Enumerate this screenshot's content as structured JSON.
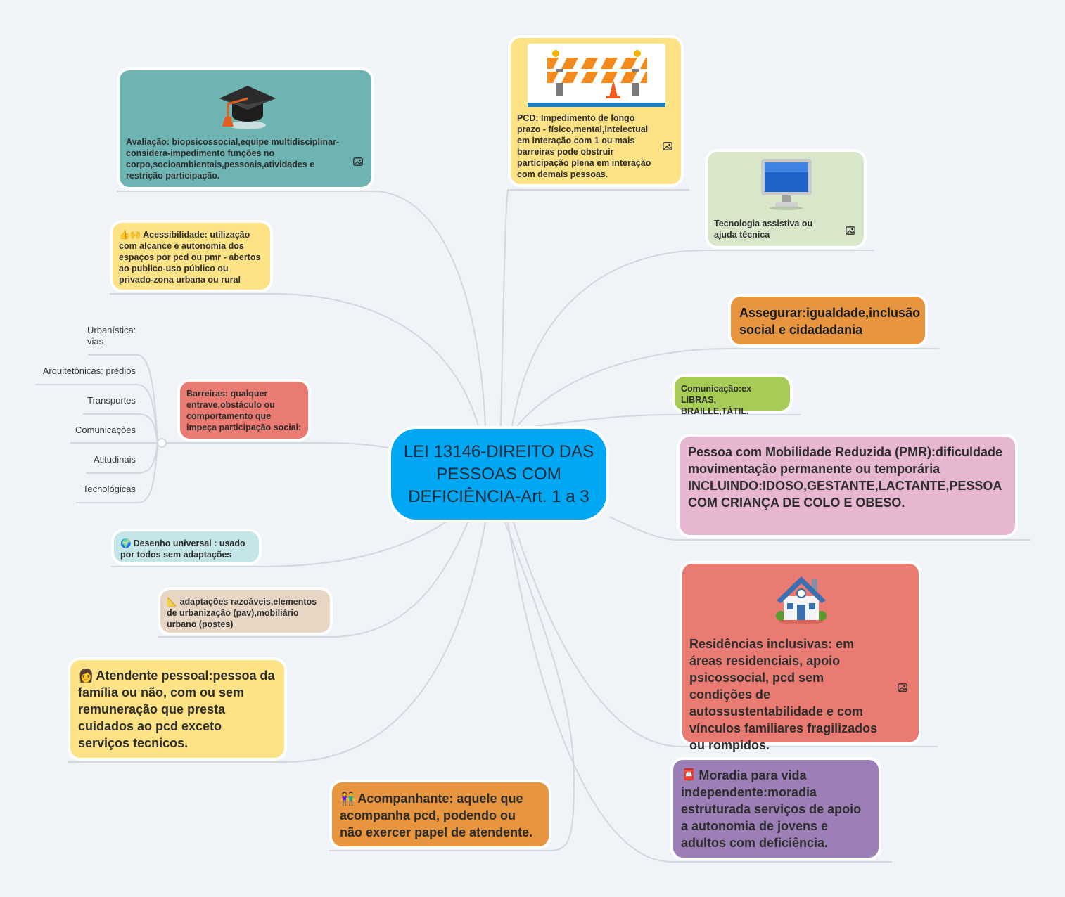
{
  "colors": {
    "background": "#f0f3f8",
    "center": "#00a8f4",
    "teal": "#6eb4b3",
    "yellow": "#fee386",
    "light_green": "#d8e6c9",
    "orange": "#e8953f",
    "green": "#a6cc55",
    "pink": "#e7b6d1",
    "red": "#e97b72",
    "purple": "#9b7fb6",
    "light_cyan": "#c5e6e8",
    "beige": "#e7d6c4",
    "connector": "#d3d8de"
  },
  "center": {
    "title": "LEI 13146-DIREITO DAS PESSOAS COM DEFICIÊNCIA-Art. 1 a 3"
  },
  "nodes": {
    "avaliacao": {
      "icon": "graduation-cap-icon",
      "text": "Avaliação: biopsicossocial,equipe multidisciplinar-considera-impedimento funções no corpo,socioambientais,pessoais,atividades e restrição participação."
    },
    "pcd": {
      "icon": "road-barrier-icon",
      "text": "PCD: Impedimento de longo prazo - físico,mental,intelectual em interação com 1 ou mais barreiras pode obstruir participação plena em interação com demais pessoas."
    },
    "tecnologia": {
      "icon": "computer-monitor-icon",
      "text": "Tecnologia assistiva ou ajuda técnica"
    },
    "acessibilidade": {
      "emoji": "👍🙌",
      "text": "Acessibilidade: utilização com alcance e autonomia dos espaços por pcd ou pmr - abertos  ao publico-uso público ou privado-zona urbana ou rural"
    },
    "assegurar": {
      "text": "Assegurar:igualdade,inclusão social e cidadadania"
    },
    "comunicacao": {
      "text": "Comunicação:ex LIBRAS, BRAILLE,TÁTIL."
    },
    "barreiras": {
      "text": "Barreiras: qualquer entrave,obstáculo ou comportamento que impeça participação social:"
    },
    "pmr": {
      "text": "Pessoa com Mobilidade Reduzida (PMR):dificuldade movimentação permanente ou temporária INCLUINDO:IDOSO,GESTANTE,LACTANTE,PESSOA COM CRIANÇA DE COLO E OBESO."
    },
    "desenho": {
      "emoji": "🌍",
      "text": "Desenho universal : usado por todos sem adaptações"
    },
    "adaptacoes": {
      "emoji": "📐",
      "text": "adaptações razoáveis,elementos de urbanização (pav),mobiliário urbano (postes)"
    },
    "residencias": {
      "icon": "house-icon",
      "text": "Residências inclusivas: em áreas residenciais, apoio psicossocial, pcd sem condições de autossustentabilidade e com vínculos familiares fragilizados ou rompidos."
    },
    "atendente": {
      "emoji": "👩",
      "text": "Atendente pessoal:pessoa da família ou não, com ou sem remuneração que presta cuidados ao pcd exceto serviços tecnicos."
    },
    "moradia": {
      "emoji": "📮",
      "text": "Moradia para vida independente:moradia estruturada serviços de apoio a autonomia de jovens e adultos com deficiência."
    },
    "acompanhante": {
      "emoji": "👫",
      "text": "Acompanhante: aquele que acompanha pcd, podendo ou não exercer papel de atendente."
    }
  },
  "barreiras_tipos": [
    "Urbanística: vias",
    "Arquitetônicas: prédios",
    "Transportes",
    "Comunicações",
    "Atitudinais",
    "Tecnológicas"
  ]
}
